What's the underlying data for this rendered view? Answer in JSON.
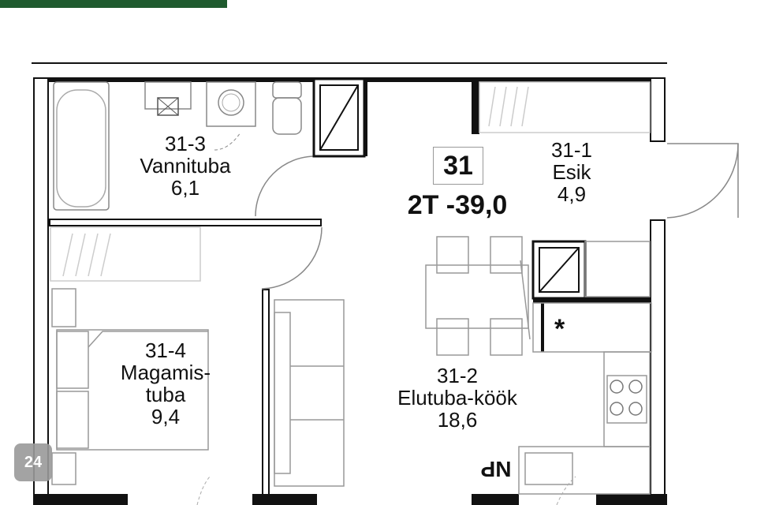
{
  "colors": {
    "brand": "#1f5a2e",
    "wall": "#111111",
    "fixture": "#888888",
    "hatch": "#c8c8c8"
  },
  "unit": {
    "number": "31",
    "type_area": "2T -39,0"
  },
  "rooms": [
    {
      "id": "31-3",
      "name": "Vannituba",
      "area": "6,1"
    },
    {
      "id": "31-1",
      "name": "Esik",
      "area": "4,9"
    },
    {
      "id": "31-4",
      "name_line1": "Magamis-",
      "name_line2": "tuba",
      "area": "9,4"
    },
    {
      "id": "31-2",
      "name": "Elutuba-köök",
      "area": "18,6"
    }
  ],
  "markers": {
    "star": "*",
    "np": "NP"
  },
  "badge": {
    "text": "24"
  }
}
